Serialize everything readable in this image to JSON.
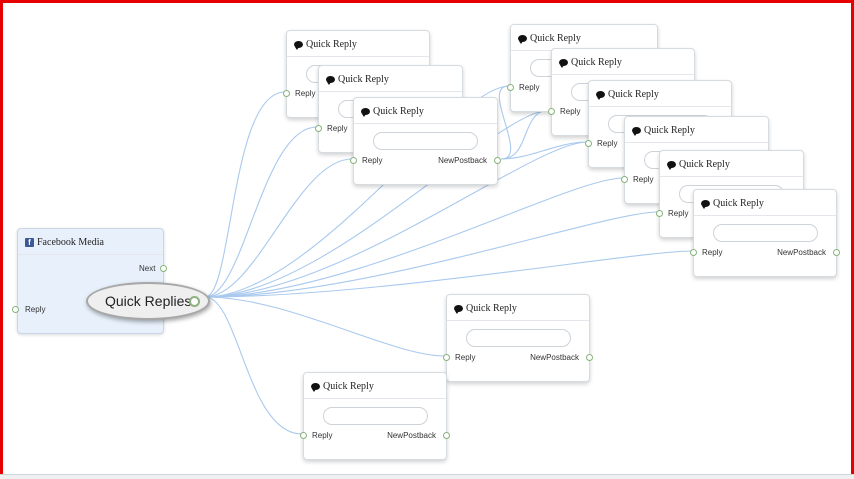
{
  "source_node": {
    "title": "Facebook Media",
    "icon": "facebook-icon",
    "next_label": "Next",
    "reply_label": "Reply"
  },
  "hub": {
    "label": "Quick Replies"
  },
  "quick_reply_cards": [
    {
      "title": "Quick Reply",
      "reply_label": "Reply",
      "postback_label": ""
    },
    {
      "title": "Quick Reply",
      "reply_label": "Reply",
      "postback_label": ""
    },
    {
      "title": "Quick Reply",
      "reply_label": "Reply",
      "postback_label": "NewPostback"
    },
    {
      "title": "Quick Reply",
      "reply_label": "Reply",
      "postback_label": ""
    },
    {
      "title": "Quick Reply",
      "reply_label": "Reply",
      "postback_label": ""
    },
    {
      "title": "Quick Reply",
      "reply_label": "Reply",
      "postback_label": ""
    },
    {
      "title": "Quick Reply",
      "reply_label": "Reply",
      "postback_label": ""
    },
    {
      "title": "Quick Reply",
      "reply_label": "Reply",
      "postback_label": ""
    },
    {
      "title": "Quick Reply",
      "reply_label": "Reply",
      "postback_label": "NewPostback"
    },
    {
      "title": "Quick Reply",
      "reply_label": "Reply",
      "postback_label": "NewPostback"
    },
    {
      "title": "Quick Reply",
      "reply_label": "Reply",
      "postback_label": "NewPostback"
    }
  ],
  "colors": {
    "frame": "#e60000",
    "wire": "#a9c9ee",
    "port": "#86b37a",
    "source_bg": "#e7f0fb",
    "facebook": "#3b5998"
  }
}
